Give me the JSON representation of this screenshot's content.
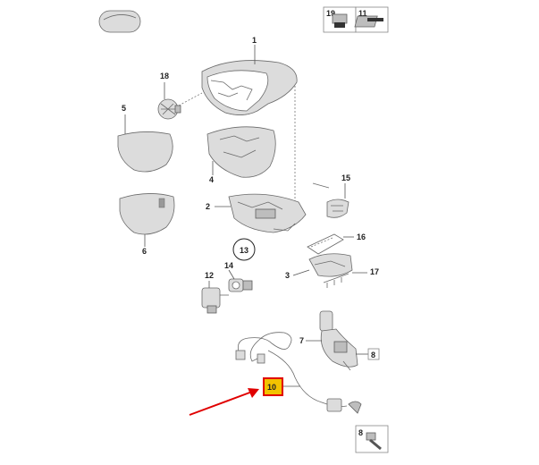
{
  "callouts": {
    "c1": "1",
    "c2": "2",
    "c3": "3",
    "c4": "4",
    "c5": "5",
    "c6": "6",
    "c7": "7",
    "c8_main": "8",
    "c8_inset": "8",
    "c10": "10",
    "c11": "11",
    "c12": "12",
    "c13": "13",
    "c14": "14",
    "c15": "15",
    "c16": "16",
    "c17": "17",
    "c18": "18",
    "c19": "19"
  },
  "colors": {
    "highlight_fill": "#f2c200",
    "highlight_border": "#e00000",
    "arrow": "#e00000"
  },
  "icons": [
    "touch-up-paint-icon",
    "grease-tube-icon",
    "adhesive-pad-icon",
    "screw-icon",
    "pointer-arrow-icon"
  ]
}
